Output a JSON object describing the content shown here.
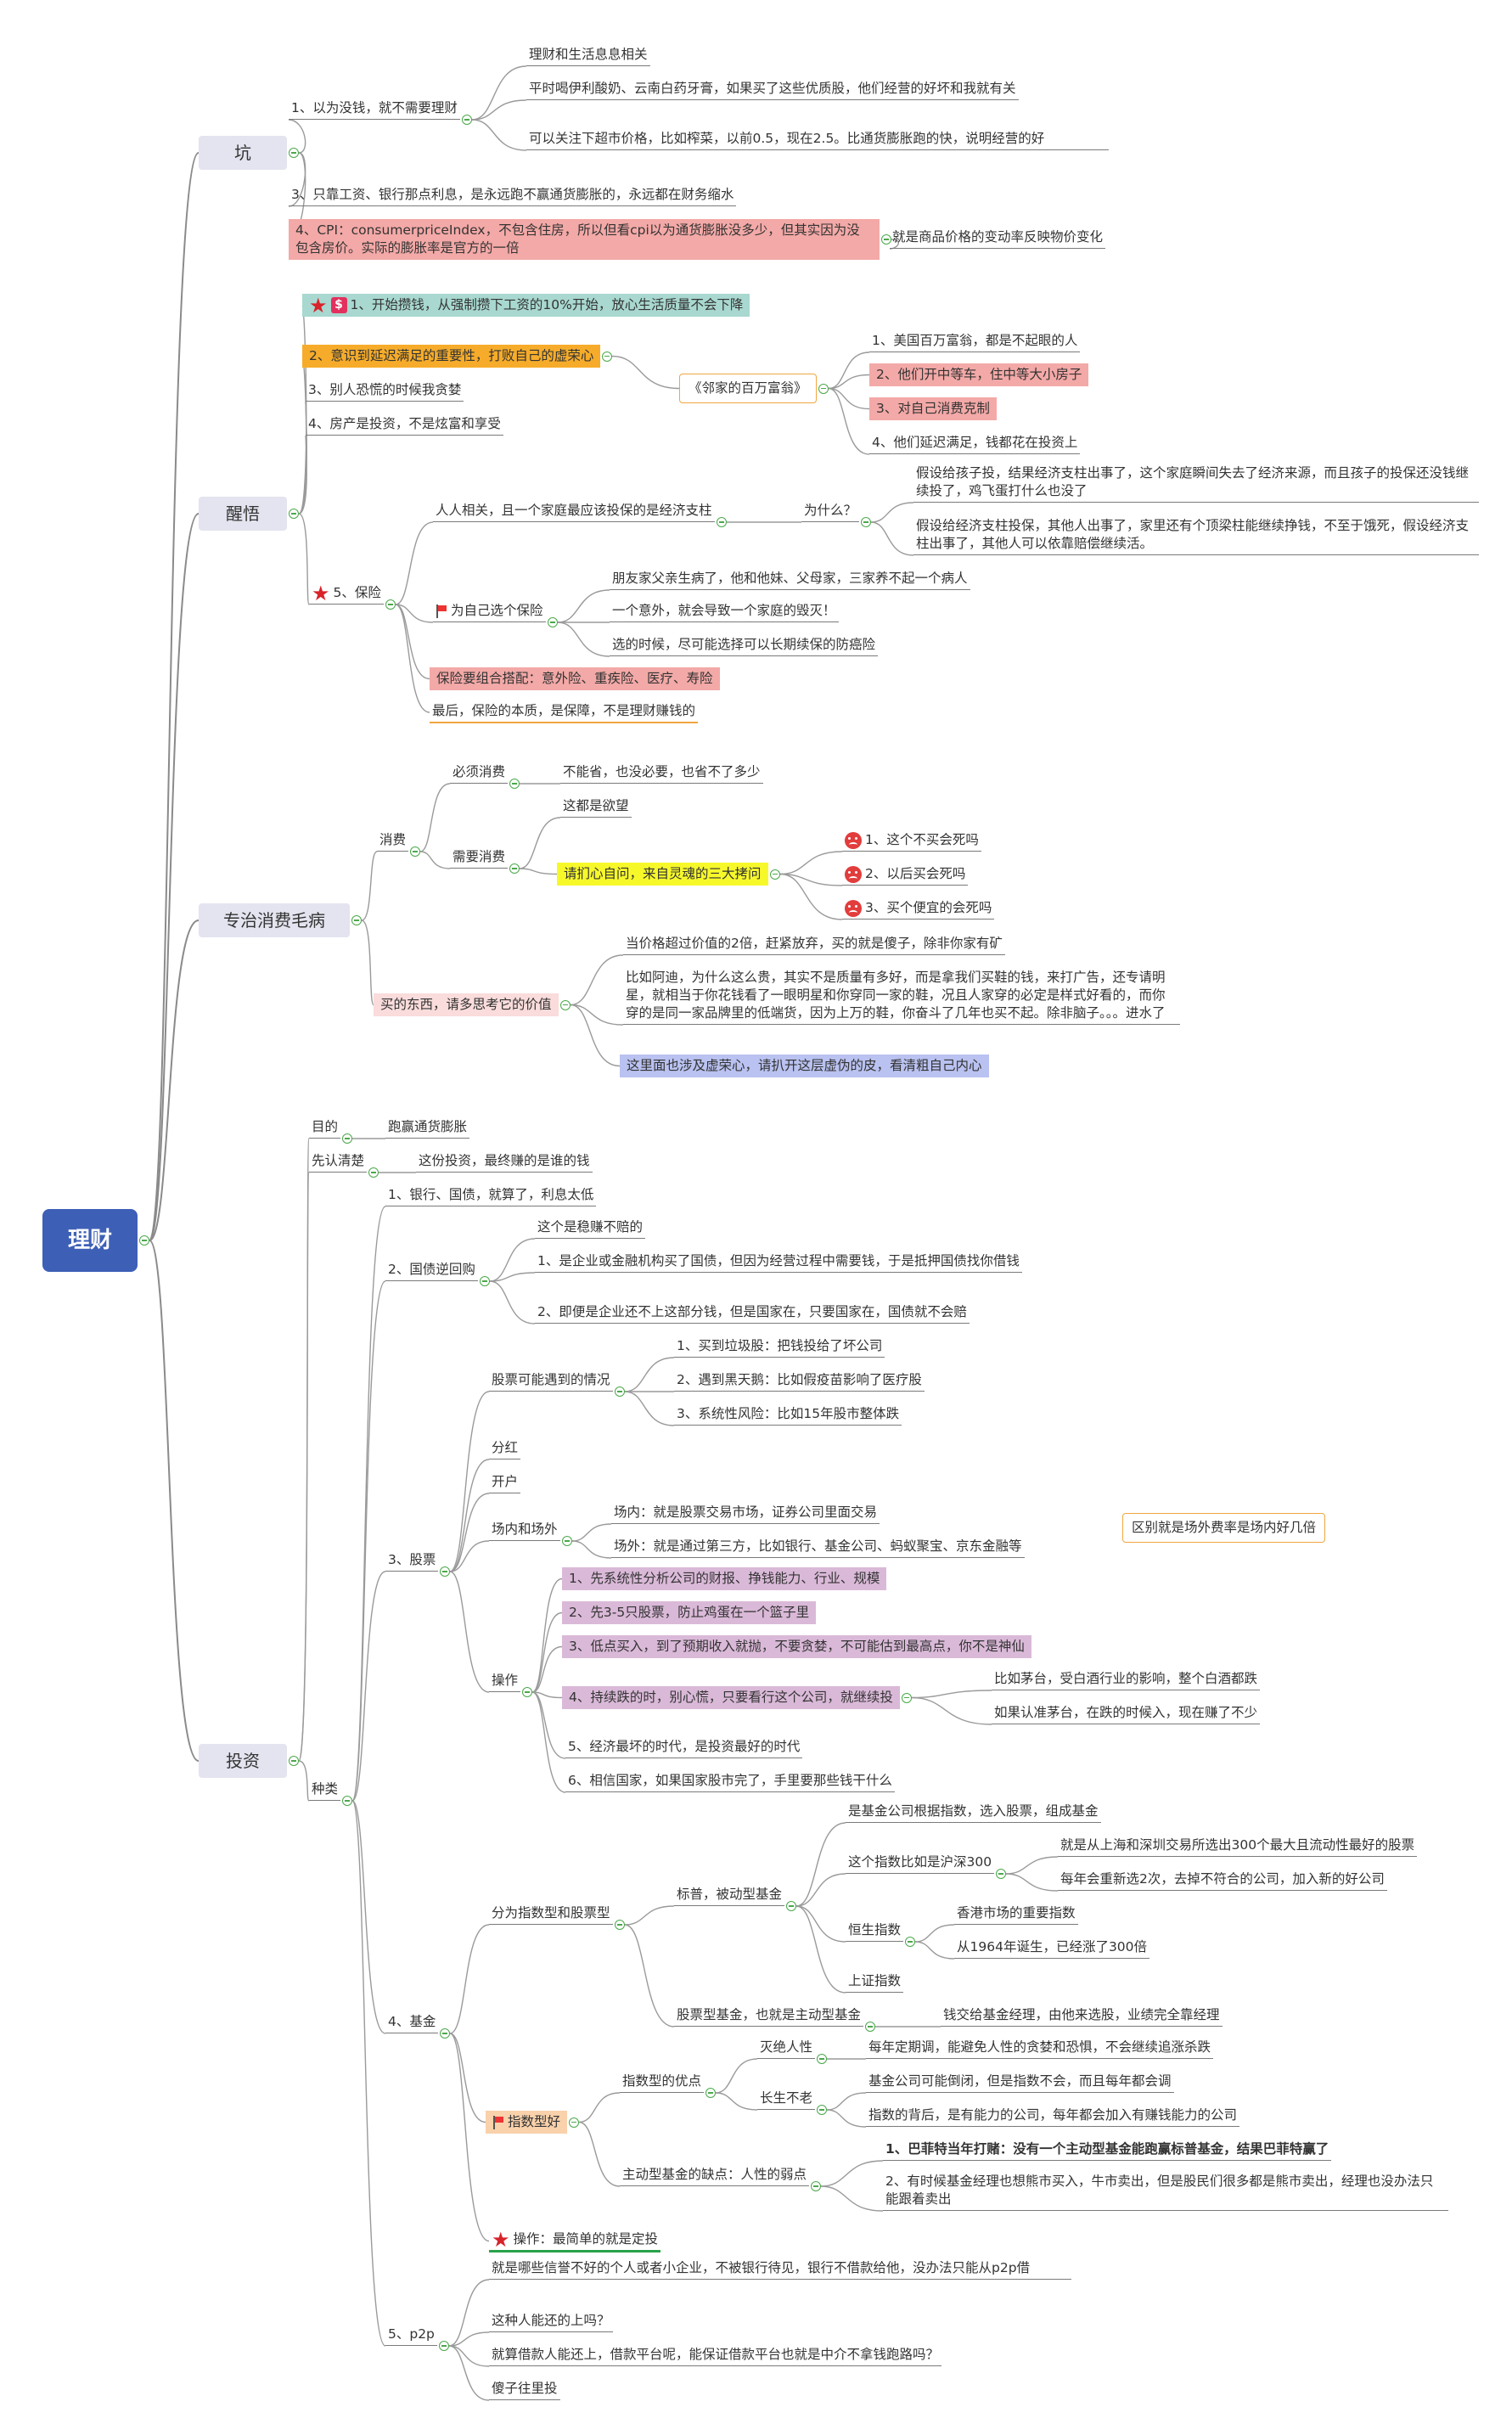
{
  "root": "理财",
  "pit": {
    "label": "坑",
    "n1": "1、以为没钱，就不需要理财",
    "n1a": "理财和生活息息相关",
    "n1b": "平时喝伊利酸奶、云南白药牙膏，如果买了这些优质股，他们经营的好坏和我就有关",
    "n1c": "可以关注下超市价格，比如榨菜，以前0.5，现在2.5。比通货膨胀跑的快，说明经营的好",
    "n3": "3、只靠工资、银行那点利息，是永远跑不赢通货膨胀的，永远都在财务缩水",
    "n4": "4、CPI：consumerpriceIndex，不包含住房，所以但看cpi以为通货膨胀没多少，但其实因为没包含房价。实际的膨胀率是官方的一倍",
    "n4a": "就是商品价格的变动率反映物价变化"
  },
  "wake": {
    "label": "醒悟",
    "n1": "1、开始攒钱，从强制攒下工资的10%开始，放心生活质量不会下降",
    "n2": "2、意识到延迟满足的重要性，打败自己的虚荣心",
    "n3": "3、别人恐慌的时候我贪婪",
    "n4": "4、房产是投资，不是炫富和享受",
    "book": "《邻家的百万富翁》",
    "b1": "1、美国百万富翁，都是不起眼的人",
    "b2": "2、他们开中等车，住中等大小房子",
    "b3": "3、对自己消费克制",
    "b4": "4、他们延迟满足，钱都花在投资上",
    "n5": "5、保险",
    "ins1": "人人相关，且一个家庭最应该投保的是经济支柱",
    "why": "为什么？",
    "why1": "假设给孩子投，结果经济支柱出事了，这个家庭瞬间失去了经济来源，而且孩子的投保还没钱继续投了，鸡飞蛋打什么也没了",
    "why2": "假设给经济支柱投保，其他人出事了，家里还有个顶梁柱能继续挣钱，不至于饿死，假设经济支柱出事了，其他人可以依靠赔偿继续活。",
    "ins2": "为自己选个保险",
    "ins2a": "朋友家父亲生病了，他和他妹、父母家，三家养不起一个病人",
    "ins2b": "一个意外，就会导致一个家庭的毁灭！",
    "ins2c": "选的时候，尽可能选择可以长期续保的防癌险",
    "ins3": "保险要组合搭配：意外险、重疾险、医疗、寿险",
    "ins4": "最后，保险的本质，是保障，不是理财赚钱的"
  },
  "cure": {
    "label": "专治消费毛病",
    "consume": "消费",
    "must": "必须消费",
    "must1": "不能省，也没必要，也省不了多少",
    "need": "需要消费",
    "need1": "这都是欲望",
    "need2": "请扪心自问，来自灵魂的三大拷问",
    "q1": "1、这个不买会死吗",
    "q2": "2、以后买会死吗",
    "q3": "3、买个便宜的会死吗",
    "buy": "买的东西，请多思考它的价值",
    "buy1": "当价格超过价值的2倍，赶紧放弃，买的就是傻子，除非你家有矿",
    "buy2": "比如阿迪，为什么这么贵，其实不是质量有多好，而是拿我们买鞋的钱，来打广告，还专请明星，就相当于你花钱看了一眼明星和你穿同一家的鞋，况且人家穿的必定是样式好看的，而你穿的是同一家品牌里的低端货，因为上万的鞋，你奋斗了几年也买不起。除非脑子。。。进水了",
    "buy3": "这里面也涉及虚荣心，请扒开这层虚伪的皮，看清粗自己内心"
  },
  "invest": {
    "label": "投资",
    "goal": "目的",
    "goal1": "跑赢通货膨胀",
    "clear": "先认清楚",
    "clear1": "这份投资，最终赚的是谁的钱",
    "kinds": "种类",
    "k1": "1、银行、国债，就算了，利息太低",
    "k2": "2、国债逆回购",
    "k2a": "这个是稳赚不赔的",
    "k2b": "1、是企业或金融机构买了国债，但因为经营过程中需要钱，于是抵押国债找你借钱",
    "k2c": "2、即便是企业还不上这部分钱，但是国家在，只要国家在，国债就不会赔",
    "k3": "3、股票",
    "risk": "股票可能遇到的情况",
    "risk1": "1、买到垃圾股：把钱投给了坏公司",
    "risk2": "2、遇到黑天鹅：比如假疫苗影响了医疗股",
    "risk3": "3、系统性风险：比如15年股市整体跌",
    "div": "分红",
    "open": "开户",
    "market": "场内和场外",
    "m1": "场内：就是股票交易市场，证券公司里面交易",
    "m2": "场外：就是通过第三方，比如银行、基金公司、蚂蚁聚宝、京东金融等",
    "mdiff": "区别就是场外费率是场内好几倍",
    "op": "操作",
    "op1": "1、先系统性分析公司的财报、挣钱能力、行业、规模",
    "op2": "2、先3-5只股票，防止鸡蛋在一个篮子里",
    "op3": "3、低点买入，到了预期收入就抛，不要贪婪，不可能估到最高点，你不是神仙",
    "op4": "4、持续跌的时，别心慌，只要看行这个公司，就继续投",
    "op4a": "比如茅台，受白酒行业的影响，整个白酒都跌",
    "op4b": "如果认准茅台，在跌的时候入，现在赚了不少",
    "op5": "5、经济最坏的时代，是投资最好的时代",
    "op6": "6、相信国家，如果国家股市完了，手里要那些钱干什么",
    "k4": "4、基金",
    "f1": "分为指数型和股票型",
    "std": "标普，被动型基金",
    "std1": "是基金公司根据指数，选入股票，组成基金",
    "std2": "这个指数比如是沪深300",
    "std2a": "就是从上海和深圳交易所选出300个最大且流动性最好的股票",
    "std2b": "每年会重新选2次，去掉不符合的公司，加入新的好公司",
    "hs": "恒生指数",
    "hs1": "香港市场的重要指数",
    "hs2": "从1964年诞生，已经涨了300倍",
    "shz": "上证指数",
    "stockfund": "股票型基金，也就是主动型基金",
    "stockfund1": "钱交给基金经理，由他来选股，业绩完全靠经理",
    "idx": "指数型好",
    "adv": "指数型的优点",
    "adv1": "灭绝人性",
    "adv1a": "每年定期调，能避免人性的贪婪和恐惧，不会继续追涨杀跌",
    "adv2": "长生不老",
    "adv2a": "基金公司可能倒闭，但是指数不会，而且每年都会调",
    "adv2b": "指数的背后，是有能力的公司，每年都会加入有赚钱能力的公司",
    "dis": "主动型基金的缺点：人性的弱点",
    "dis1": "1、巴菲特当年打赌：没有一个主动型基金能跑赢标普基金，结果巴菲特赢了",
    "dis2": "2、有时候基金经理也想熊市买入，牛市卖出，但是股民们很多都是熊市卖出，经理也没办法只能跟着卖出",
    "fop": "操作：最简单的就是定投",
    "k5": "5、p2p",
    "p1": "就是哪些信誉不好的个人或者小企业，不被银行待见，银行不借款给他，没办法只能从p2p借",
    "p2": "这种人能还的上吗？",
    "p3": "就算借款人能还上，借款平台呢，能保证借款平台也就是中介不拿钱跑路吗？",
    "p4": "傻子往里投"
  }
}
